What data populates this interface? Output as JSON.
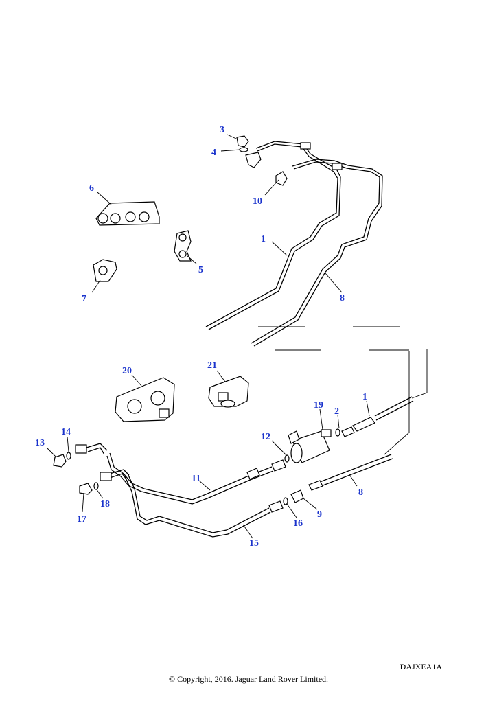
{
  "diagram": {
    "callout_color": "#1a33cc",
    "callouts": [
      {
        "label": "3"
      },
      {
        "label": "4"
      },
      {
        "label": "10"
      },
      {
        "label": "6"
      },
      {
        "label": "1"
      },
      {
        "label": "5"
      },
      {
        "label": "7"
      },
      {
        "label": "8"
      },
      {
        "label": "20"
      },
      {
        "label": "21"
      },
      {
        "label": "19"
      },
      {
        "label": "2"
      },
      {
        "label": "1"
      },
      {
        "label": "12"
      },
      {
        "label": "13"
      },
      {
        "label": "14"
      },
      {
        "label": "11"
      },
      {
        "label": "8"
      },
      {
        "label": "17"
      },
      {
        "label": "18"
      },
      {
        "label": "9"
      },
      {
        "label": "16"
      },
      {
        "label": "15"
      }
    ]
  },
  "footer": {
    "reference_code": "DAJXEA1A",
    "copyright": "© Copyright, 2016. Jaguar Land Rover Limited."
  }
}
